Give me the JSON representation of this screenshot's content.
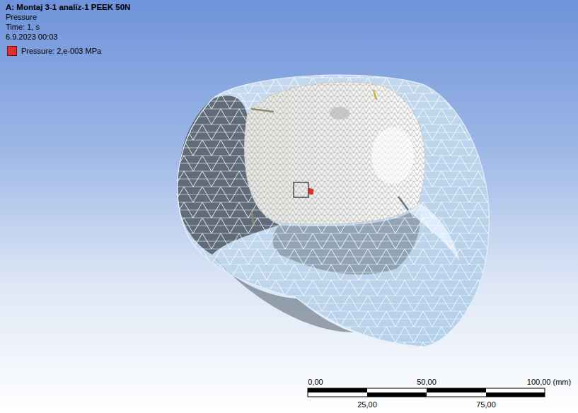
{
  "diagram": {
    "title": "A: Montaj 3-1 analiz-1 PEEK 50N",
    "labels": [
      "Pressure",
      "Time: 1, s",
      "6.9.2023 00:03",
      "0,00",
      "50,00",
      "100,00 (mm)",
      "25,00",
      "75,00"
    ],
    "legend": [
      {
        "text": "Pressure: 2,e-003 MPa",
        "color": "#e0302a"
      }
    ]
  }
}
